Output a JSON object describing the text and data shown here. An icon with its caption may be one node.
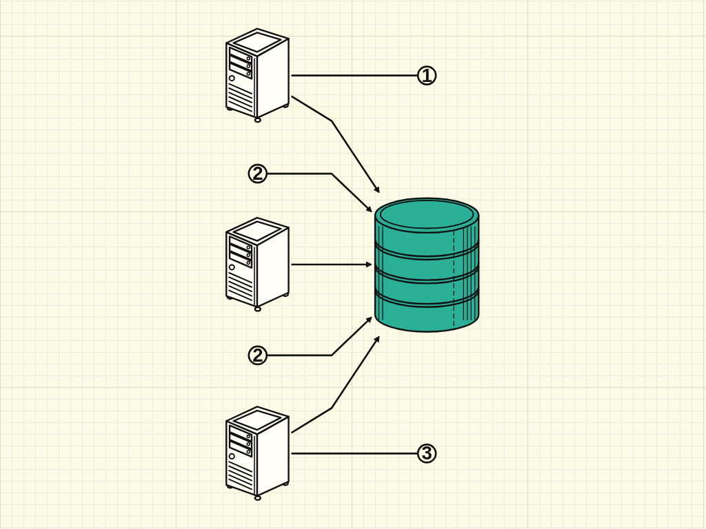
{
  "diagram": {
    "nodes": [
      {
        "text": [],
        "shape": "server"
      },
      {
        "text": [],
        "shape": "server"
      },
      {
        "text": [],
        "shape": "server"
      },
      {
        "text": [
          "1"
        ]
      },
      {
        "text": [
          "2"
        ]
      },
      {
        "text": [
          "2"
        ]
      },
      {
        "text": [
          "3"
        ]
      },
      {
        "text": [],
        "shape": "cylinder"
      }
    ],
    "edges": [
      {
        "from": 0,
        "to": 3,
        "arrow": "none"
      },
      {
        "from": 0,
        "to": 7,
        "arrow": "to"
      },
      {
        "from": 4,
        "to": 7,
        "arrow": "to"
      },
      {
        "from": 1,
        "to": 7,
        "arrow": "to"
      },
      {
        "from": 5,
        "to": 7,
        "arrow": "to"
      },
      {
        "from": 2,
        "to": 7,
        "arrow": "to"
      },
      {
        "from": 2,
        "to": 6,
        "arrow": "none"
      }
    ]
  }
}
